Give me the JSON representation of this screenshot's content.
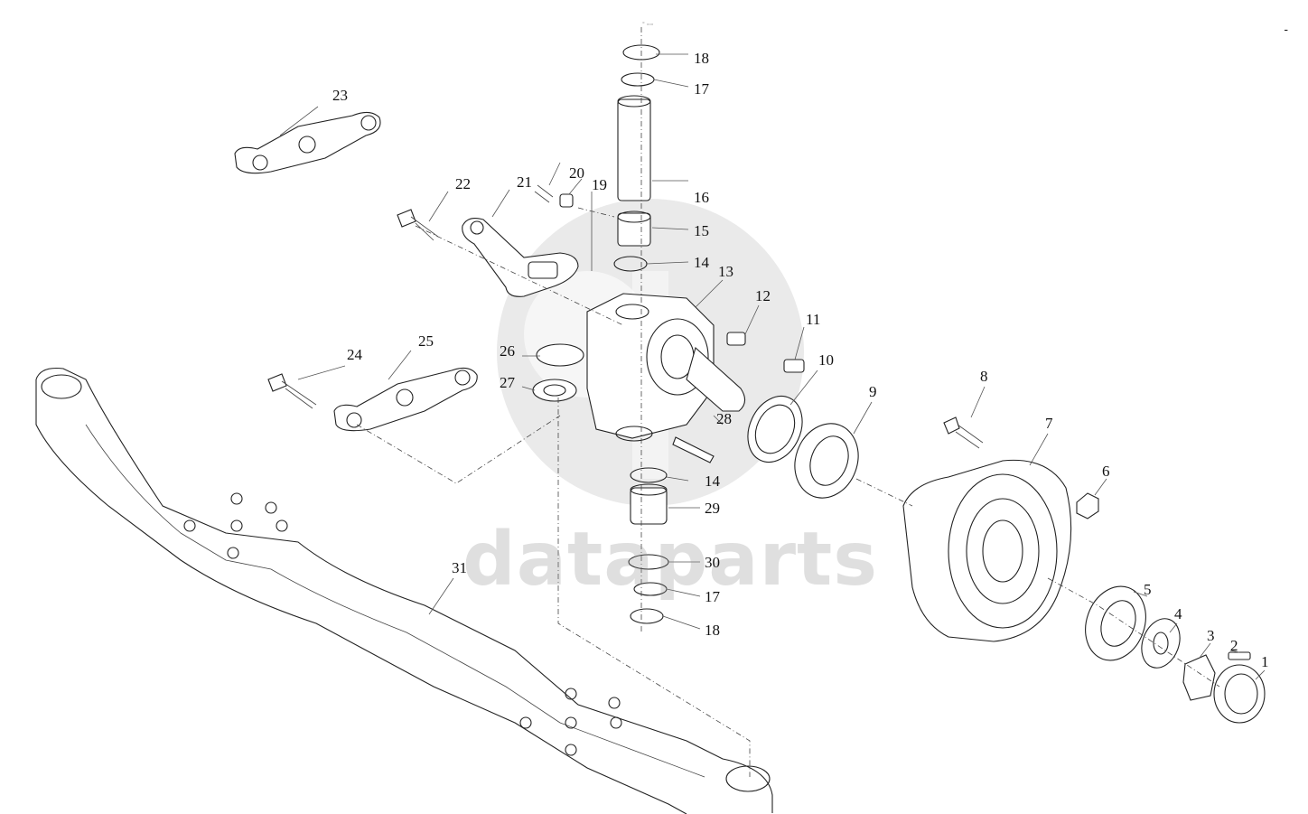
{
  "corner_mark": "-",
  "tiny_mark": "° ▫▫▫",
  "watermark": {
    "text": "dataparts",
    "color": "#a0a0a0"
  },
  "parts": [
    {
      "id": "1",
      "label": "1"
    },
    {
      "id": "2",
      "label": "2"
    },
    {
      "id": "3",
      "label": "3"
    },
    {
      "id": "4",
      "label": "4"
    },
    {
      "id": "5",
      "label": "5"
    },
    {
      "id": "6",
      "label": "6"
    },
    {
      "id": "7",
      "label": "7"
    },
    {
      "id": "8",
      "label": "8"
    },
    {
      "id": "9",
      "label": "9"
    },
    {
      "id": "10",
      "label": "10"
    },
    {
      "id": "11",
      "label": "11"
    },
    {
      "id": "12",
      "label": "12"
    },
    {
      "id": "13",
      "label": "13"
    },
    {
      "id": "14a",
      "label": "14"
    },
    {
      "id": "14b",
      "label": "14"
    },
    {
      "id": "15",
      "label": "15"
    },
    {
      "id": "16",
      "label": "16"
    },
    {
      "id": "17a",
      "label": "17"
    },
    {
      "id": "17b",
      "label": "17"
    },
    {
      "id": "18a",
      "label": "18"
    },
    {
      "id": "18b",
      "label": "18"
    },
    {
      "id": "19",
      "label": "19"
    },
    {
      "id": "20",
      "label": "20"
    },
    {
      "id": "21",
      "label": "21"
    },
    {
      "id": "22",
      "label": "22"
    },
    {
      "id": "23",
      "label": "23"
    },
    {
      "id": "24",
      "label": "24"
    },
    {
      "id": "25",
      "label": "25"
    },
    {
      "id": "26",
      "label": "26"
    },
    {
      "id": "27",
      "label": "27"
    },
    {
      "id": "28",
      "label": "28"
    },
    {
      "id": "29",
      "label": "29"
    },
    {
      "id": "30",
      "label": "30"
    },
    {
      "id": "31",
      "label": "31"
    }
  ]
}
